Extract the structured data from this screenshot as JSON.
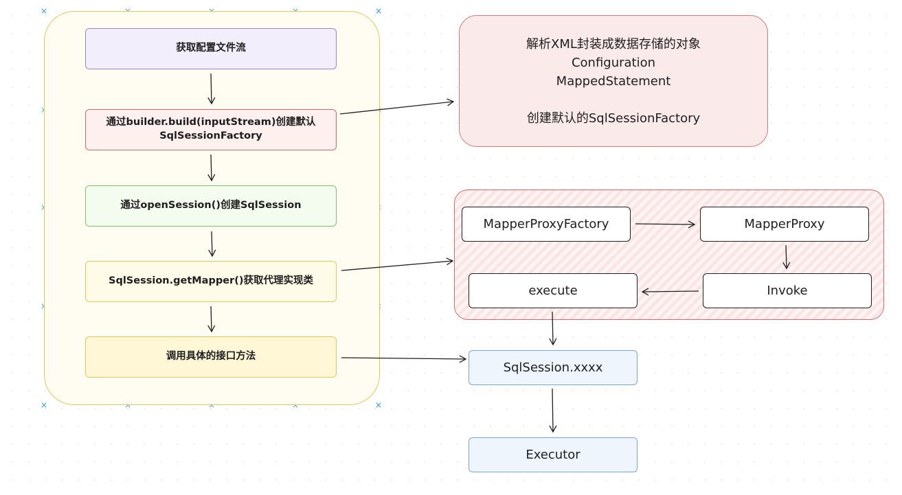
{
  "main_flow": {
    "steps": [
      "获取配置文件流",
      "通过builder.build(inputStream)创建默认\nSqlSessionFactory",
      "通过openSession()创建SqlSession",
      "SqlSession.getMapper()获取代理实现类",
      "调用具体的接口方法"
    ]
  },
  "info": {
    "line1": "解析XML封装成数据存储的对象",
    "line2": "Configuration",
    "line3": "MappedStatement",
    "line4": "创建默认的SqlSessionFactory"
  },
  "proxy": {
    "factory": "MapperProxyFactory",
    "proxy": "MapperProxy",
    "invoke": "Invoke",
    "execute": "execute"
  },
  "bottom": {
    "session": "SqlSession.xxxx",
    "executor": "Executor"
  },
  "colors": {
    "container_stroke": "#e2c65a",
    "step1_stroke": "#9a85c6",
    "step2_stroke": "#d06a6a",
    "step3_stroke": "#7fbf6b",
    "step4_stroke": "#e6c65b",
    "info_stroke": "#d57b7b",
    "proxy_group_stroke": "#d66a6a",
    "blue_stroke": "#7aa3d6",
    "arrow": "#1e1e1e"
  }
}
